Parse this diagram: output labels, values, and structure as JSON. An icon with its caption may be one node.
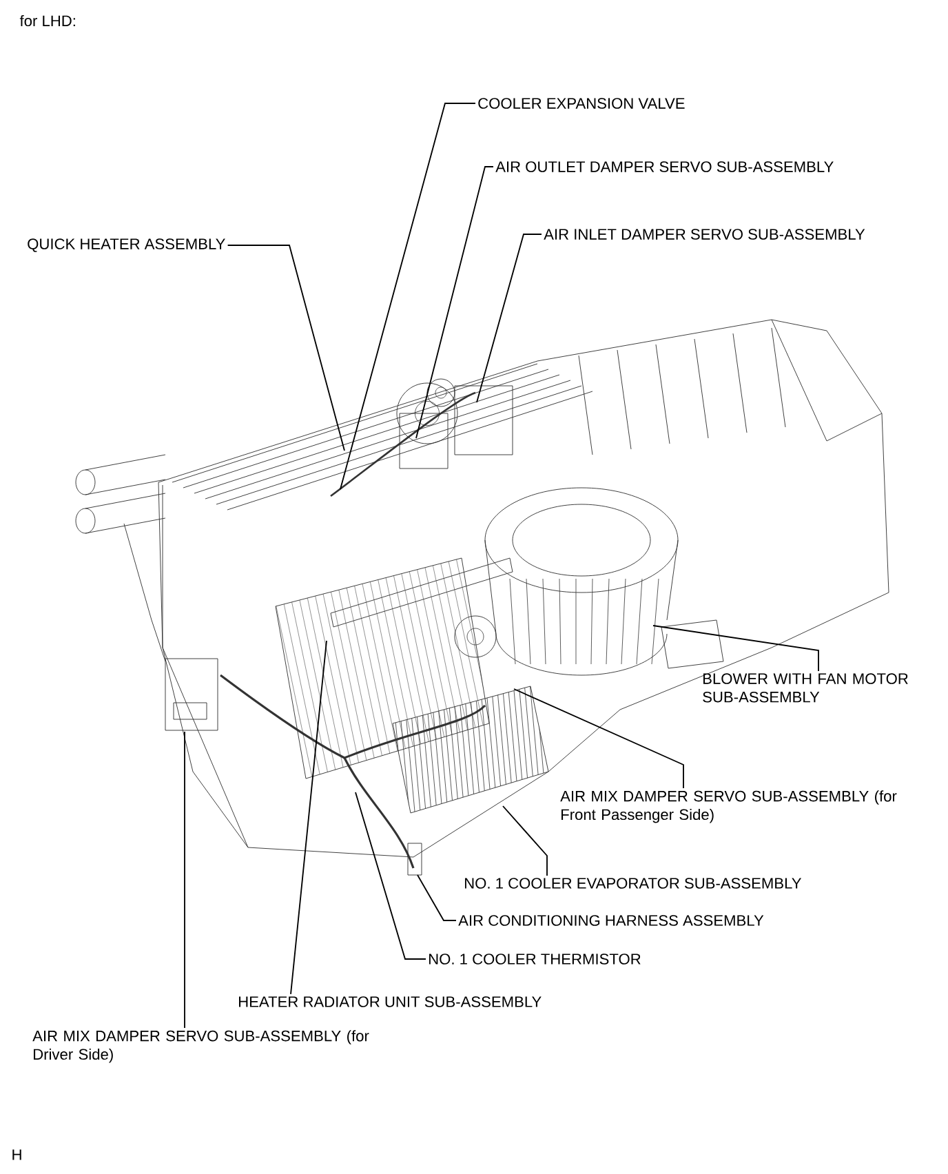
{
  "diagram": {
    "title": "for LHD:",
    "nodes": [
      {
        "text": [
          "COOLER EXPANSION VALVE"
        ]
      },
      {
        "text": [
          "AIR OUTLET DAMPER SERVO SUB-ASSEMBLY"
        ]
      },
      {
        "text": [
          "AIR INLET DAMPER SERVO SUB-ASSEMBLY"
        ]
      },
      {
        "text": [
          "QUICK HEATER ASSEMBLY"
        ]
      },
      {
        "text": [
          "BLOWER WITH FAN MOTOR SUB-ASSEMBLY"
        ]
      },
      {
        "text": [
          "AIR MIX DAMPER SERVO SUB-ASSEMBLY (for Front Passenger Side)"
        ]
      },
      {
        "text": [
          "NO. 1 COOLER EVAPORATOR SUB-ASSEMBLY"
        ]
      },
      {
        "text": [
          "AIR CONDITIONING HARNESS ASSEMBLY"
        ]
      },
      {
        "text": [
          "NO. 1 COOLER THERMISTOR"
        ]
      },
      {
        "text": [
          "HEATER RADIATOR UNIT SUB-ASSEMBLY"
        ]
      },
      {
        "text": [
          "AIR MIX DAMPER SERVO SUB-ASSEMBLY (for Driver Side)"
        ]
      }
    ],
    "edges": [
      {
        "from": 0,
        "to": null,
        "arrow": "none"
      },
      {
        "from": 1,
        "to": null,
        "arrow": "none"
      },
      {
        "from": 2,
        "to": null,
        "arrow": "none"
      },
      {
        "from": 3,
        "to": null,
        "arrow": "none"
      },
      {
        "from": 4,
        "to": null,
        "arrow": "none"
      },
      {
        "from": 5,
        "to": null,
        "arrow": "none"
      },
      {
        "from": 6,
        "to": null,
        "arrow": "none"
      },
      {
        "from": 7,
        "to": null,
        "arrow": "none"
      },
      {
        "from": 8,
        "to": null,
        "arrow": "none"
      },
      {
        "from": 9,
        "to": null,
        "arrow": "none"
      },
      {
        "from": 10,
        "to": null,
        "arrow": "none"
      }
    ],
    "labels": [
      "H"
    ]
  }
}
